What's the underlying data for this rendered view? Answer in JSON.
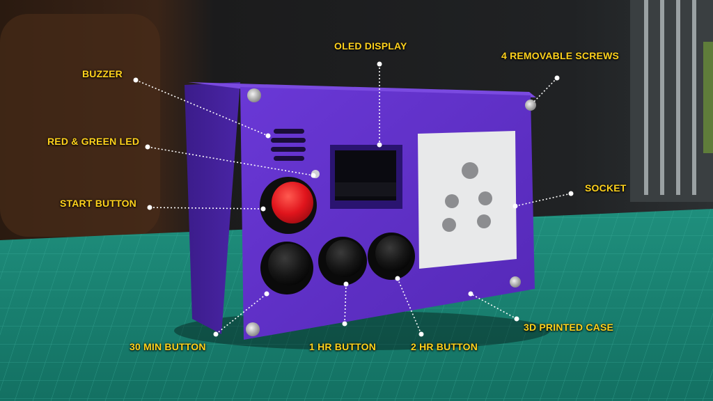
{
  "colors": {
    "case": "#5a2fc0",
    "label": "#ffd21c",
    "mat": "#1e8a78",
    "button_red": "#e0141c",
    "button_black": "#141414",
    "socket": "#e8e9ea"
  },
  "annotations": [
    {
      "id": "buzzer",
      "text": "BUZZER"
    },
    {
      "id": "oled-display",
      "text": "OLED DISPLAY"
    },
    {
      "id": "removable-screws",
      "text": "4 REMOVABLE SCREWS"
    },
    {
      "id": "red-green-led",
      "text": "RED & GREEN LED"
    },
    {
      "id": "start-button",
      "text": "START BUTTON"
    },
    {
      "id": "socket",
      "text": "SOCKET"
    },
    {
      "id": "30-min-button",
      "text": "30 MIN BUTTON"
    },
    {
      "id": "1-hr-button",
      "text": "1 HR BUTTON"
    },
    {
      "id": "2-hr-button",
      "text": "2 HR BUTTON"
    },
    {
      "id": "3d-printed-case",
      "text": "3D PRINTED CASE"
    }
  ]
}
